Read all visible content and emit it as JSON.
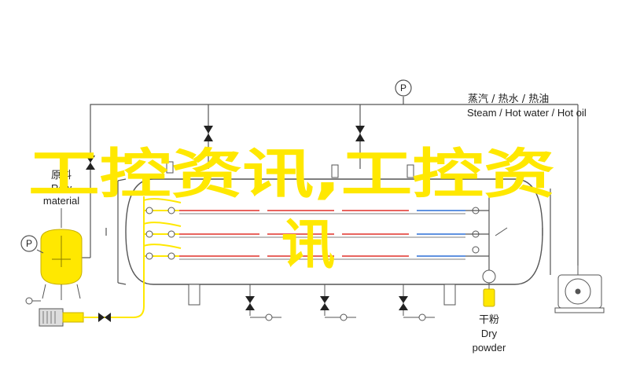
{
  "labels": {
    "steam_cn": "蒸汽 / 热水 / 热油",
    "steam_en": "Steam / Hot water / Hot oil",
    "raw_cn": "原料",
    "raw_en1": "Raw",
    "raw_en2": "material",
    "dry_cn": "干粉",
    "dry_en1": "Dry",
    "dry_en2": "powder",
    "gauge": "P"
  },
  "watermark": {
    "line1": "工控资讯,工控资",
    "line2": "讯"
  },
  "colors": {
    "line": "#555555",
    "yellow": "#ffe800",
    "red": "#e0302a",
    "blue": "#2b6fd6",
    "tank": "#ffffff"
  }
}
